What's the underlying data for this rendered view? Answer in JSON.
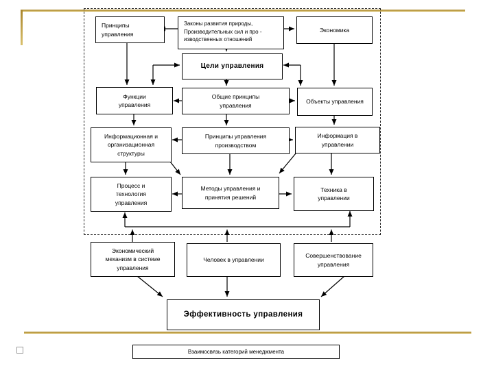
{
  "slide": {
    "caption": "Взаимосвязь категорий менеджмента"
  },
  "colors": {
    "accent_gold": "#b8943c",
    "diagram_line": "#000000",
    "background": "#ffffff"
  },
  "boxes": {
    "principles": {
      "label": "Принципы\nуправления"
    },
    "laws": {
      "label": "Законы развития природы,\nПроизводительных сил и про -\nизводственных отношений"
    },
    "economics": {
      "label": "Экономика"
    },
    "goals": {
      "label": "Цели управления"
    },
    "functions": {
      "label": "Функции\nуправления"
    },
    "general_principles": {
      "label": "Общие принципы\nуправления"
    },
    "objects": {
      "label": "Объекты управления"
    },
    "info_org_structure": {
      "label": "Информационная и\nорганизационная\nструктуры"
    },
    "production_principles": {
      "label": "Принципы управления\nпроизводством"
    },
    "info_in_mgmt": {
      "label": "Информация в\nуправлении"
    },
    "process_tech": {
      "label": "Процесс и\nтехнология\nуправления"
    },
    "methods": {
      "label": "Методы управления и\nпринятия решений"
    },
    "tech_in_mgmt": {
      "label": "Техника в\nуправлении"
    },
    "econ_mechanism": {
      "label": "Экономический\nмеханизм в системе\nуправления"
    },
    "human": {
      "label": "Человек в управлении"
    },
    "improvement": {
      "label": "Совершенствование\nуправления"
    },
    "effectiveness": {
      "label": "Эффективность управления"
    }
  }
}
